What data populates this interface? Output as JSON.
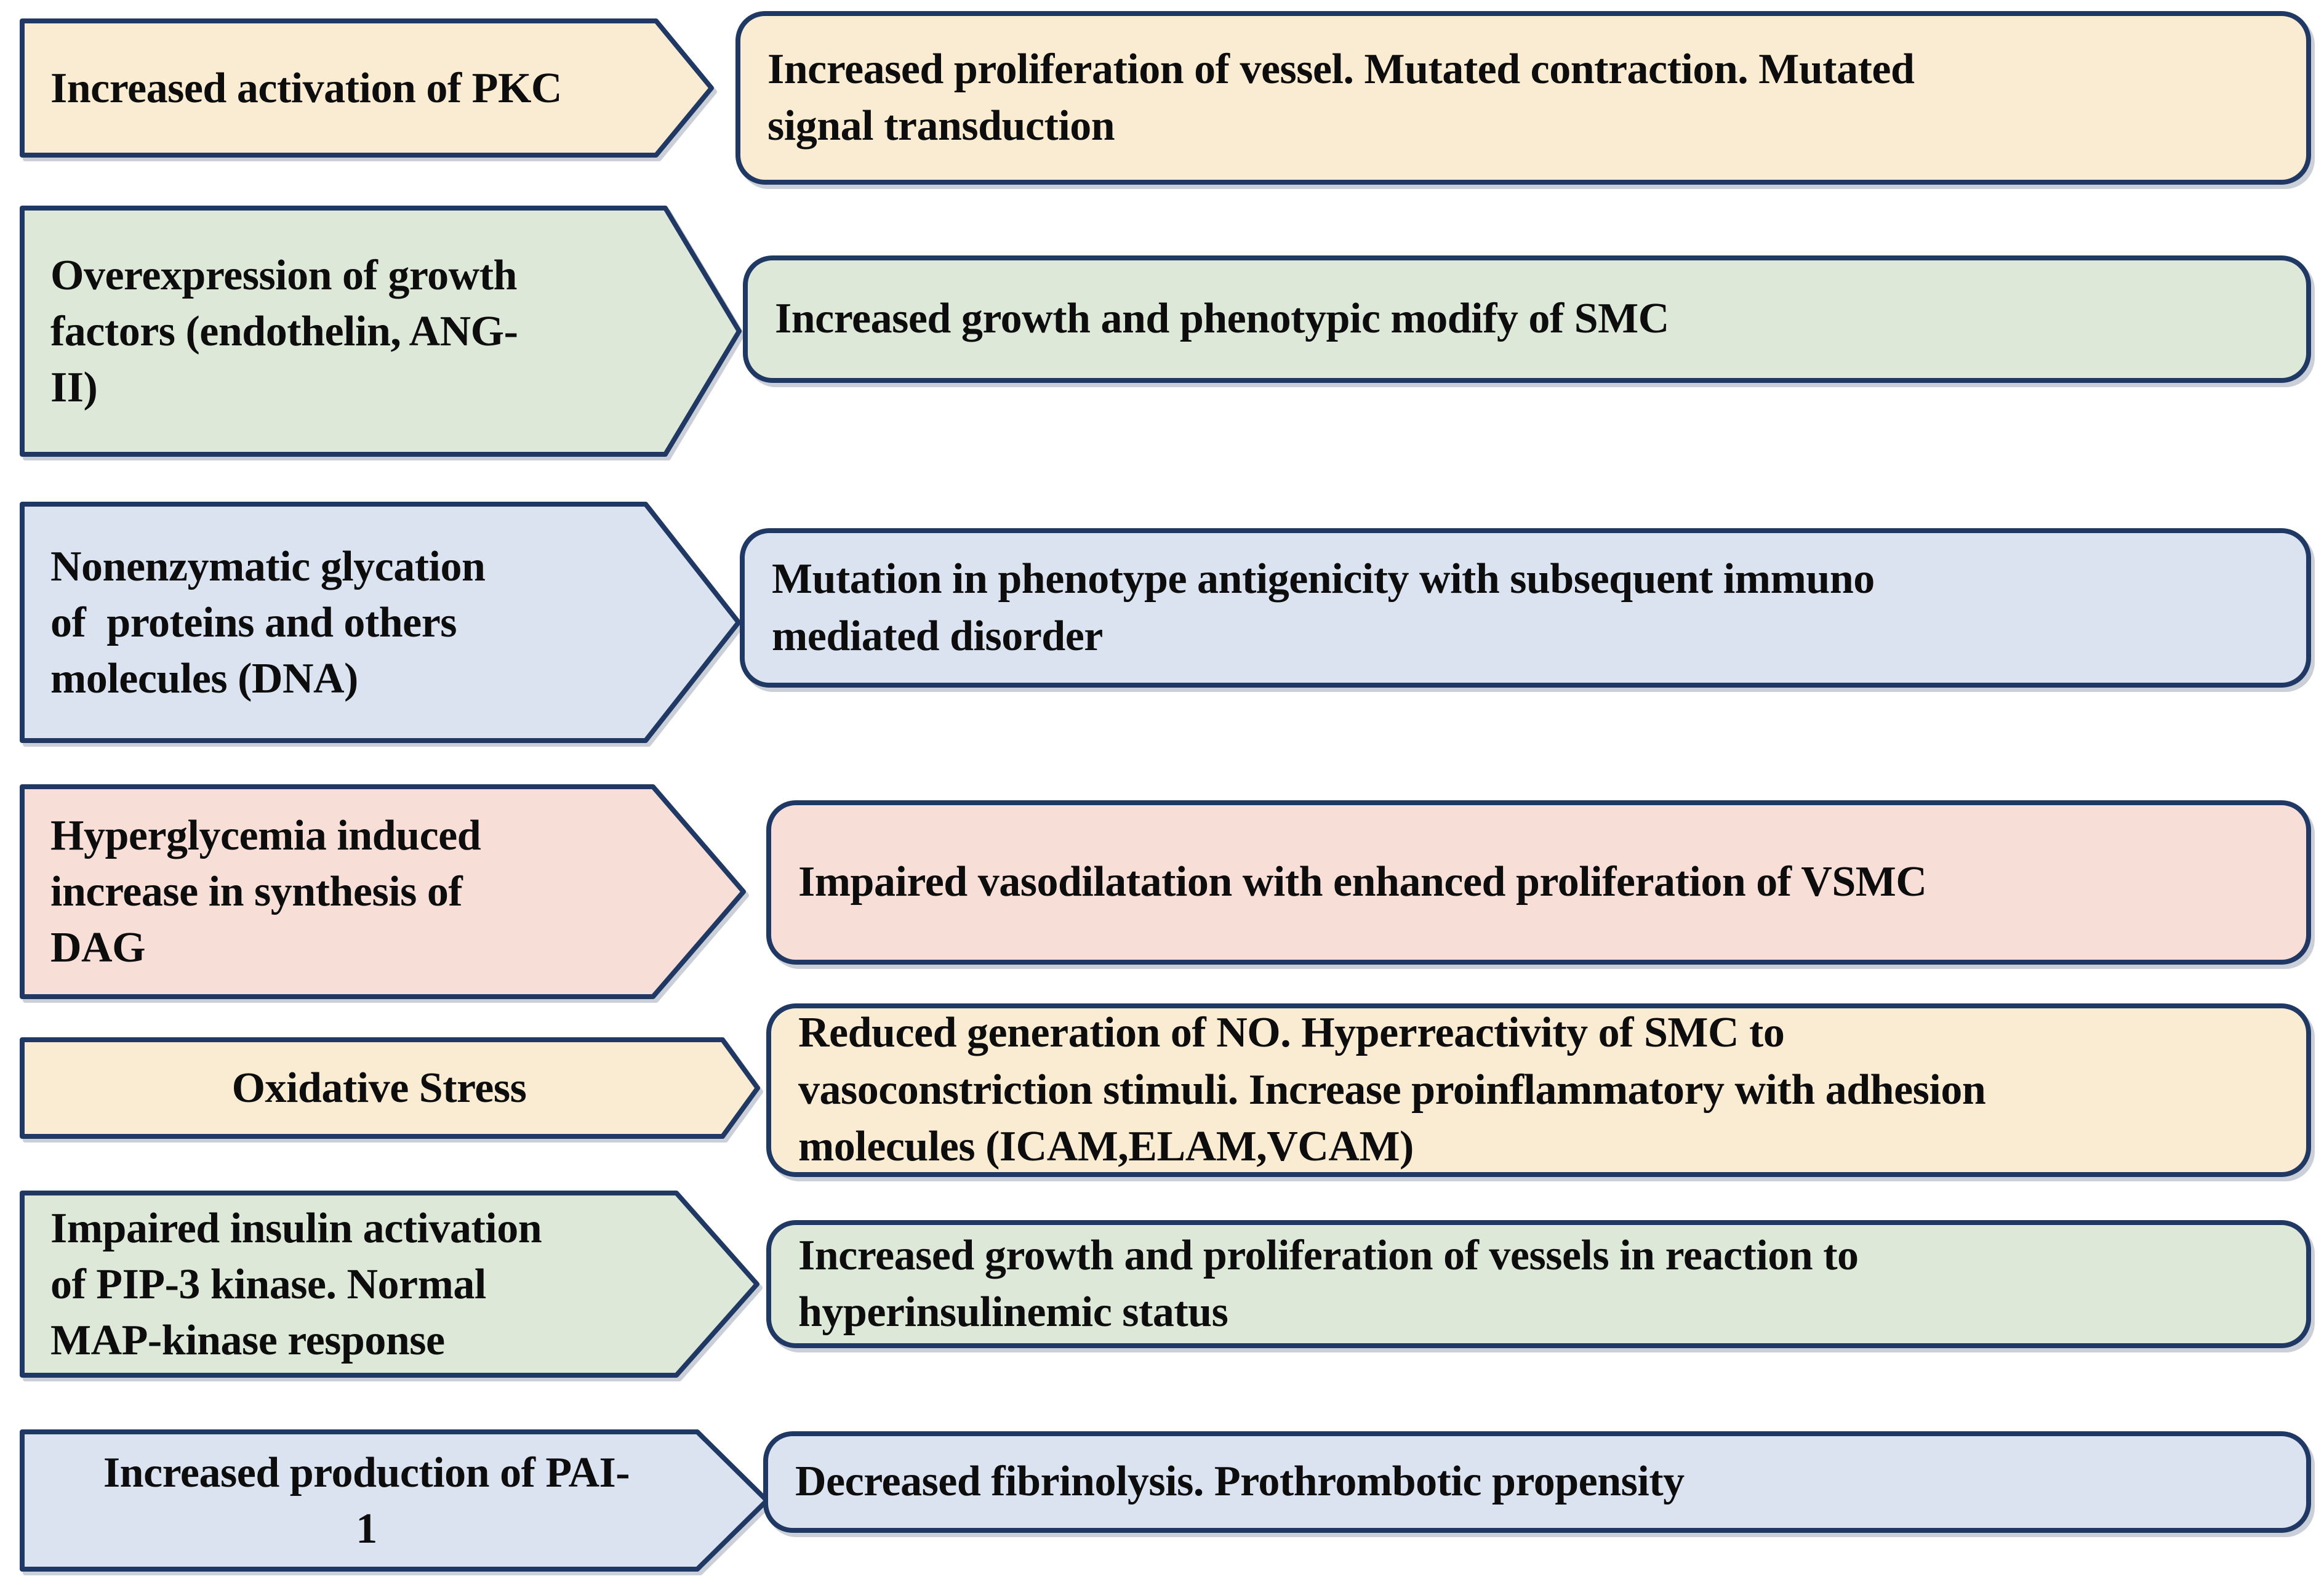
{
  "diagram": {
    "description": "Mechanisms flow diagram: seven cause arrows pointing to effect boxes",
    "colors": {
      "border": "#1F3864",
      "text": "#0D0D0D",
      "background": "#FFFFFF",
      "cream": "#FAECD2",
      "green": "#DEE8D8",
      "blue": "#DBE3F1",
      "pink": "#F7DFD8"
    },
    "rows": [
      {
        "theme": "cream",
        "source": "Increased activation of PKC",
        "effect": "Increased proliferation of vessel. Mutated contraction. Mutated\nsignal transduction"
      },
      {
        "theme": "green",
        "source": "Overexpression of growth\nfactors (endothelin, ANG-\nII)",
        "effect": "Increased growth and phenotypic modify of SMC"
      },
      {
        "theme": "blue",
        "source": "Nonenzymatic glycation\nof  proteins and others\nmolecules (DNA)",
        "effect": "Mutation in phenotype antigenicity with subsequent immuno\nmediated disorder"
      },
      {
        "theme": "pink",
        "source": "Hyperglycemia induced\nincrease in synthesis of\nDAG",
        "effect": "Impaired vasodilatation with enhanced proliferation of VSMC"
      },
      {
        "theme": "cream",
        "source": "Oxidative Stress",
        "effect": "Reduced generation of NO. Hyperreactivity of SMC to\nvasoconstriction stimuli. Increase proinflammatory with adhesion\nmolecules (ICAM,ELAM,VCAM)"
      },
      {
        "theme": "green",
        "source": "Impaired insulin activation\nof PIP-3 kinase. Normal\nMAP-kinase response",
        "effect": "Increased growth and proliferation of vessels in reaction to\nhyperinsulinemic status"
      },
      {
        "theme": "blue",
        "source": "Increased production of PAI-\n1",
        "effect": "Decreased fibrinolysis. Prothrombotic propensity"
      }
    ]
  }
}
